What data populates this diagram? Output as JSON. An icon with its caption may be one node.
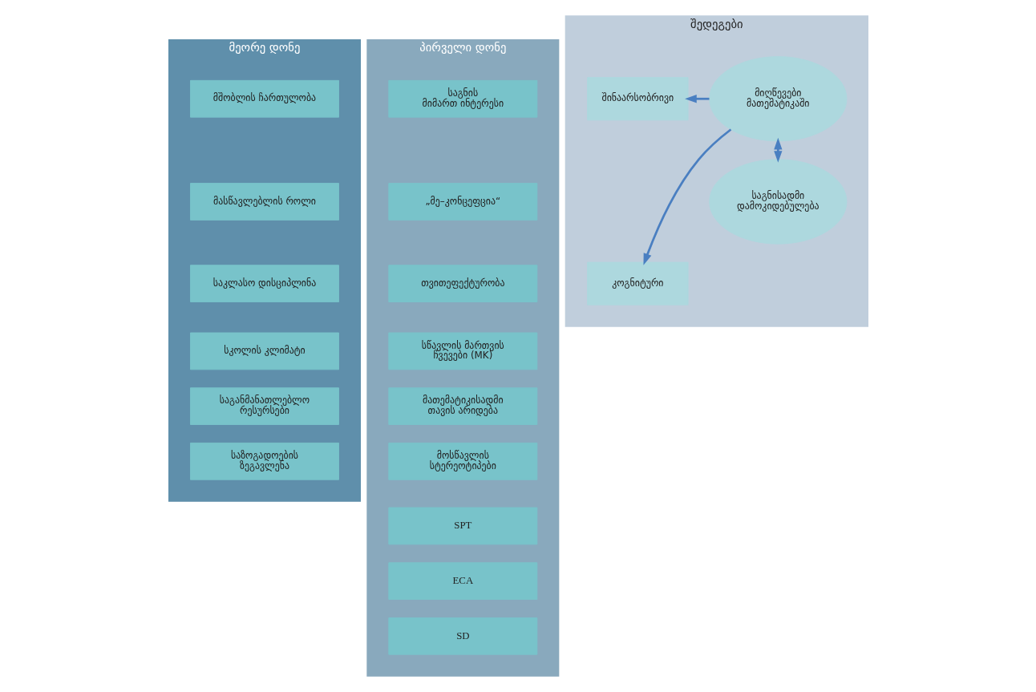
{
  "diagram": {
    "nodes": [
      {
        "text": [
          "მეორე დონე"
        ]
      },
      {
        "text": [
          "მშობლის ჩართულობა"
        ],
        "in": 0
      },
      {
        "text": [
          "მასწავლებლის როლი"
        ],
        "in": 0
      },
      {
        "text": [
          "საკლასო დისციპლინა"
        ],
        "in": 0
      },
      {
        "text": [
          "სკოლის კლიმატი"
        ],
        "in": 0
      },
      {
        "text": [
          "საგანმანათლებლო რესურსები"
        ],
        "in": 0
      },
      {
        "text": [
          "საზოგადოების ზეგავლენა"
        ],
        "in": 0
      },
      {
        "text": [
          "პირველი დონე"
        ]
      },
      {
        "text": [
          "საგნის მიმართ ინტერესი"
        ],
        "in": 7
      },
      {
        "text": [
          "„მე–კონცეფცია“"
        ],
        "in": 7
      },
      {
        "text": [
          "თვითეფექტურობა"
        ],
        "in": 7
      },
      {
        "text": [
          "სწავლის მართვის ჩვევები (MK)"
        ],
        "in": 7
      },
      {
        "text": [
          "მათემატიკისადმი თავის არიდება"
        ],
        "in": 7
      },
      {
        "text": [
          "მოსწავლის სტერეოტიპები"
        ],
        "in": 7
      },
      {
        "text": [
          "SPT"
        ],
        "in": 7
      },
      {
        "text": [
          "ECA"
        ],
        "in": 7
      },
      {
        "text": [
          "SD"
        ],
        "in": 7
      },
      {
        "text": [
          "შედეგები"
        ]
      },
      {
        "text": [
          "მიღწევები მათემატიკაში"
        ],
        "in": 17
      },
      {
        "text": [
          "შინაარსობრივი"
        ],
        "in": 17
      },
      {
        "text": [
          "კოგნიტური"
        ],
        "in": 17
      },
      {
        "text": [
          "საგნისადმი დამოკიდებულება"
        ],
        "in": 17
      }
    ],
    "edges": [
      {
        "from": 18,
        "to": 19,
        "arrow": "to"
      },
      {
        "from": 18,
        "to": 20,
        "arrow": "to"
      },
      {
        "from": 18,
        "to": 21,
        "arrow": "both"
      }
    ]
  }
}
